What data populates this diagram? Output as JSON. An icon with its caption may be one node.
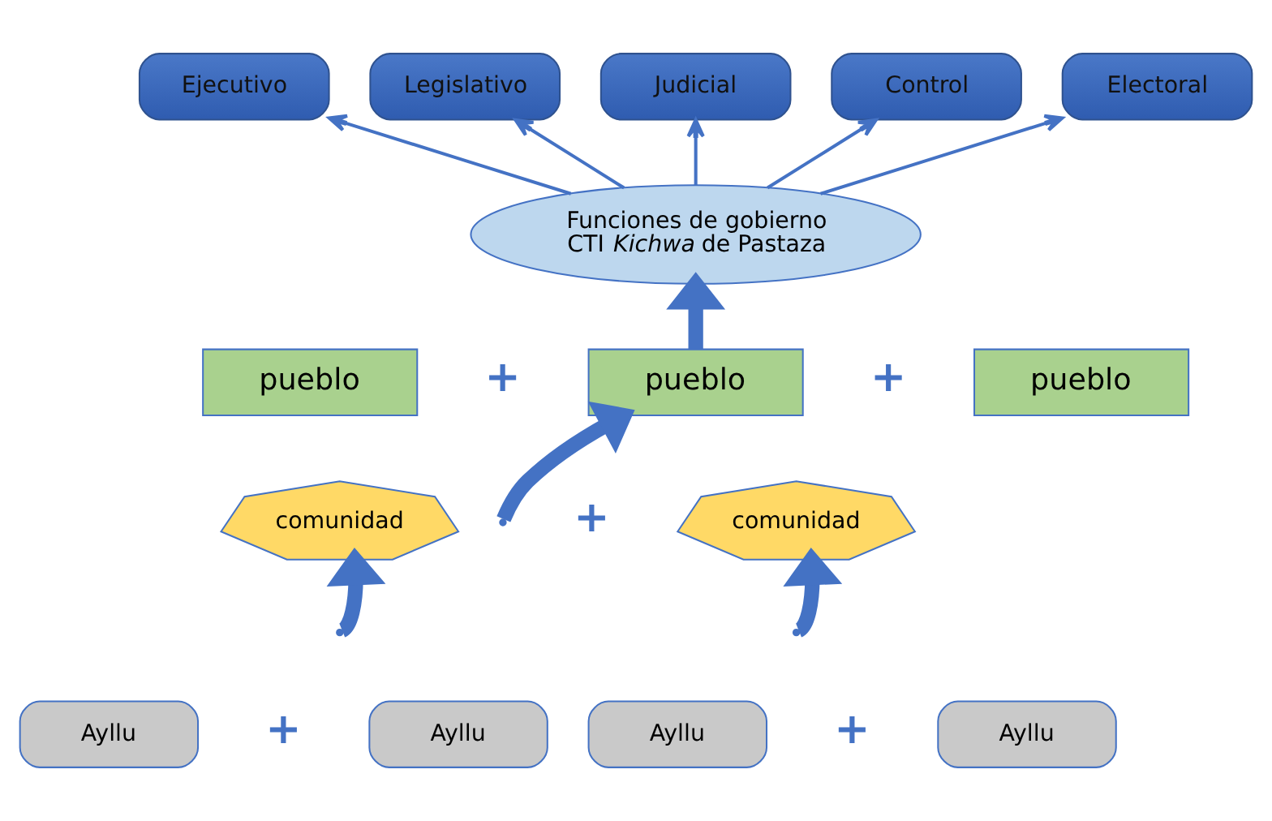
{
  "diagram": {
    "nodes": [
      {
        "text": [
          "Ejecutivo"
        ]
      },
      {
        "text": [
          "Legislativo"
        ]
      },
      {
        "text": [
          "Judicial"
        ]
      },
      {
        "text": [
          "Control"
        ]
      },
      {
        "text": [
          "Electoral"
        ]
      },
      {
        "text": [
          "Funciones de gobierno CTI *Kichwa* de Pastaza"
        ]
      },
      {
        "text": [
          "pueblo"
        ]
      },
      {
        "text": [
          "pueblo"
        ]
      },
      {
        "text": [
          "pueblo"
        ]
      },
      {
        "text": [
          "comunidad"
        ]
      },
      {
        "text": [
          "comunidad"
        ]
      },
      {
        "text": [
          "Ayllu"
        ]
      },
      {
        "text": [
          "Ayllu"
        ]
      },
      {
        "text": [
          "Ayllu"
        ]
      },
      {
        "text": [
          "Ayllu"
        ]
      }
    ],
    "edges": [
      {
        "from": 5,
        "to": 0,
        "arrow": "to"
      },
      {
        "from": 5,
        "to": 1,
        "arrow": "to"
      },
      {
        "from": 5,
        "to": 2,
        "arrow": "to"
      },
      {
        "from": 5,
        "to": 3,
        "arrow": "to"
      },
      {
        "from": 5,
        "to": 4,
        "arrow": "to"
      },
      {
        "from": 7,
        "to": 5,
        "arrow": "to",
        "style": "thick"
      },
      {
        "from": null,
        "to": 7,
        "arrow": "to",
        "style": "thick"
      },
      {
        "from": null,
        "to": 9,
        "arrow": "to",
        "style": "thick"
      },
      {
        "from": null,
        "to": 10,
        "arrow": "to",
        "style": "thick"
      }
    ],
    "labels": [
      "+",
      "+",
      "+",
      "+",
      "+"
    ]
  }
}
